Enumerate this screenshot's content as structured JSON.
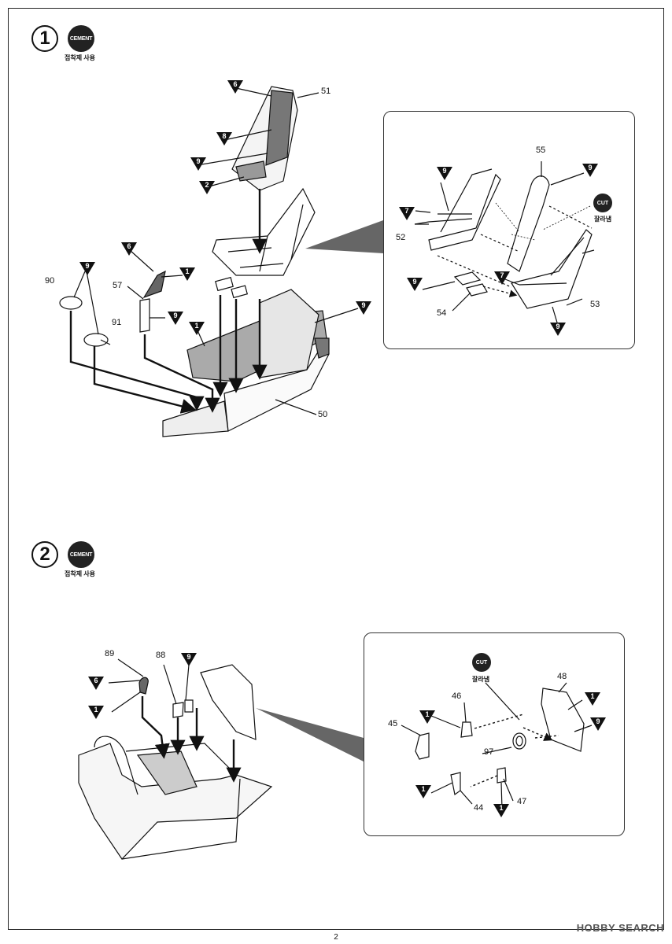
{
  "steps": [
    {
      "number": "1",
      "cement_label": "CEMENT",
      "cement_caption": "접착제 사용"
    },
    {
      "number": "2",
      "cement_label": "CEMENT",
      "cement_caption": "접착제 사용"
    }
  ],
  "cut": {
    "label": "CUT",
    "caption": "잘라냄"
  },
  "parts": {
    "p51": "51",
    "p50": "50",
    "p57": "57",
    "p90": "90",
    "p91": "91",
    "p55": "55",
    "p52": "52",
    "p54": "54",
    "p53": "53",
    "p89": "89",
    "p88": "88",
    "p48": "48",
    "p46": "46",
    "p45": "45",
    "p97": "97",
    "p44": "44",
    "p47": "47"
  },
  "colors": {
    "c6": "6",
    "c8": "8",
    "c9": "9",
    "c2": "2",
    "c1": "1",
    "c7": "7"
  },
  "page_number": "2",
  "watermark": "HOBBY SEARCH"
}
